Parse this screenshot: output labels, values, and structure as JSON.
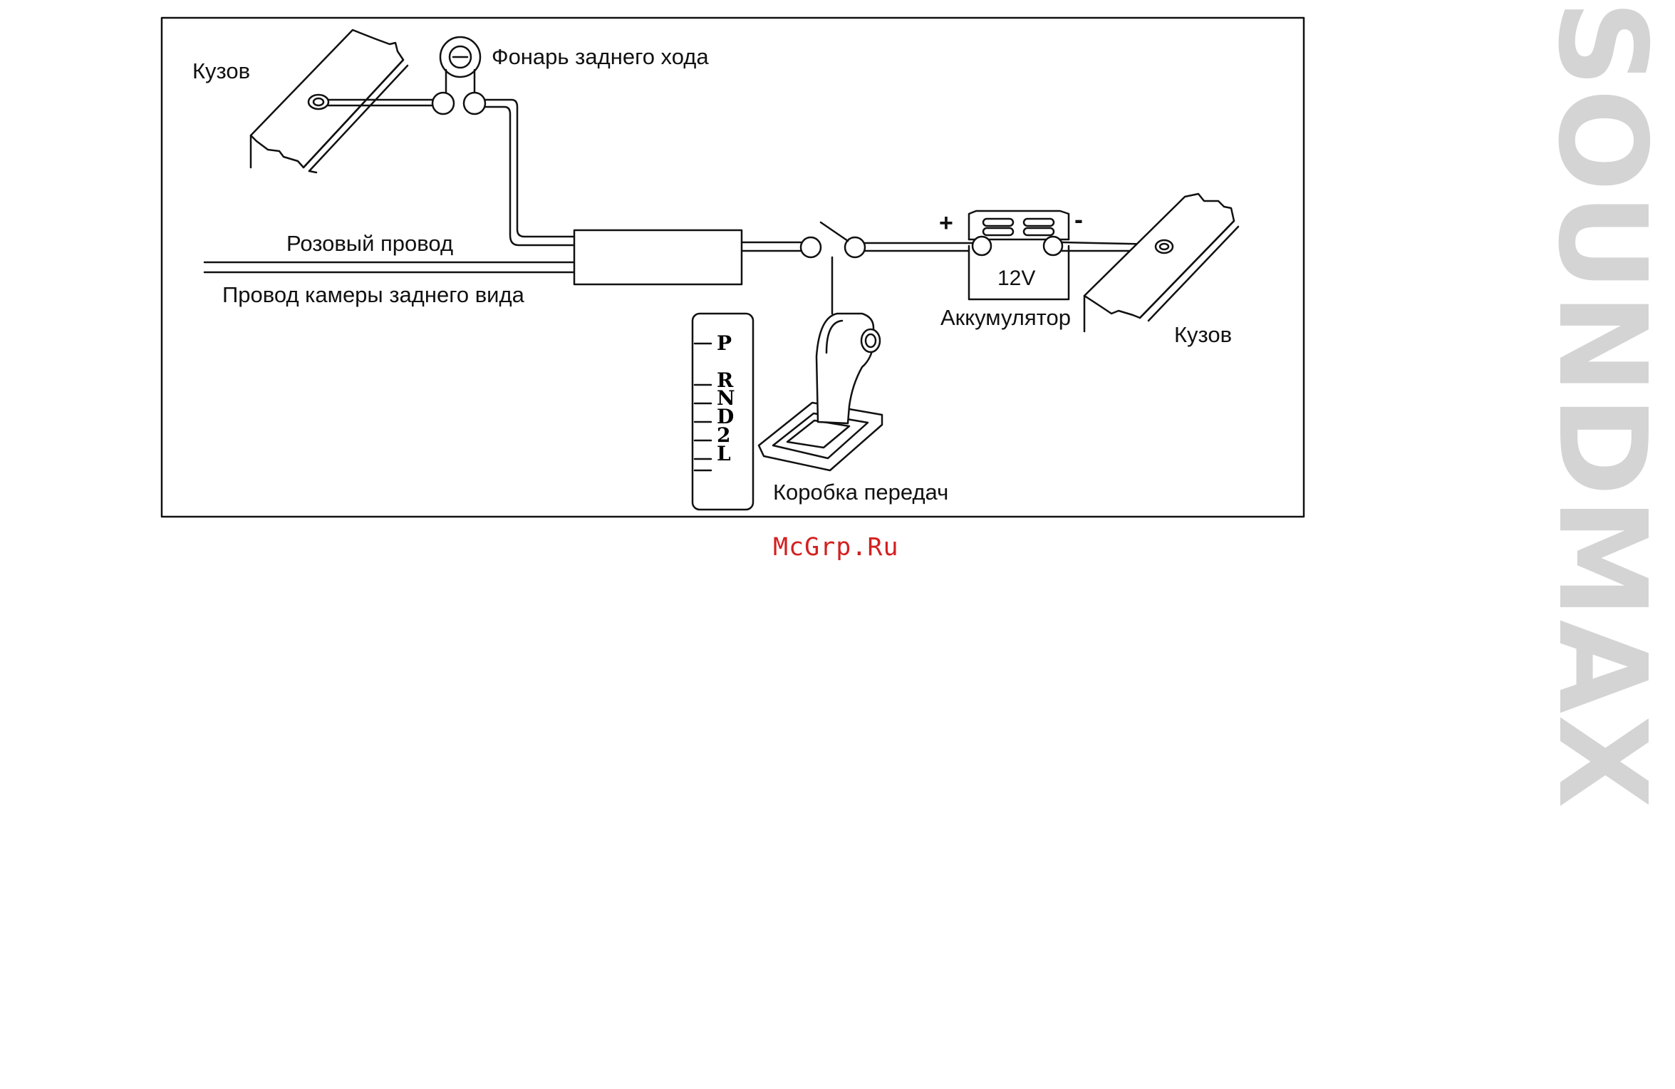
{
  "diagram": {
    "labels": {
      "body_left": "Кузов",
      "reverse_light": "Фонарь заднего хода",
      "pink_wire": "Розовый провод",
      "camera_wire": "Провод камеры заднего вида",
      "plus": "+",
      "minus": "-",
      "battery_voltage": "12V",
      "battery": "Аккумулятор",
      "body_right": "Кузов",
      "gearbox": "Коробка передач"
    },
    "gear_positions": [
      "P",
      "R",
      "N",
      "D",
      "2",
      "L"
    ]
  },
  "watermark": "McGrp.Ru",
  "brand": "SOUNDMAX",
  "colors": {
    "line": "#111111",
    "watermark": "#d32020",
    "brand": "#d4d4d4"
  }
}
